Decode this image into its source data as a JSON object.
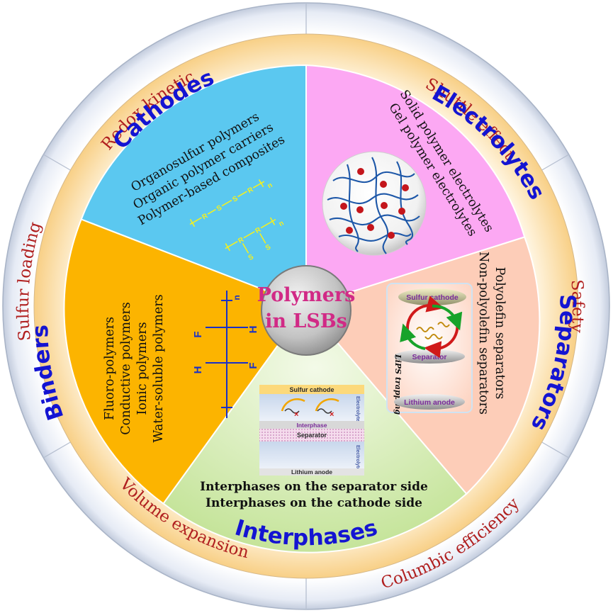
{
  "center": {
    "line1": "Polymers",
    "line2": "in LSBs"
  },
  "outer_ring": [
    "Redox kinetic",
    "Shuttle effect",
    "Safety",
    "Columbic efficiency",
    "Volume expansion",
    "Sulfur loading"
  ],
  "segments": {
    "cathodes": {
      "title": "Cathodes",
      "items": [
        "Organosulfur polymers",
        "Organic polymer carriers",
        "Polymer-based composites"
      ],
      "chem": {
        "r": "R",
        "s": "S",
        "n": "n"
      }
    },
    "electrolytes": {
      "title": "Electrolytes",
      "items": [
        "Solid polymer electrolytes",
        "Gel polymer electrolytes"
      ]
    },
    "separators": {
      "title": "Separators",
      "items": [
        "Polyolefin separators",
        "Non-polyolefin separators"
      ],
      "diagram": {
        "sulfur_cathode": "Sulfur cathode",
        "lips_trapping": "LiPS trapping",
        "separator": "Separator",
        "lithium_anode": "Lithium anode"
      }
    },
    "interphases": {
      "title": "Interphases",
      "items": [
        "Interphases on the separator side",
        "Interphases on the cathode side"
      ],
      "diagram": {
        "sulfur_cathode": "Sulfur cathode",
        "interphase": "Interphase",
        "separator": "Separator",
        "lithium_anode": "Lithium anode",
        "side_label": "Electrolyte"
      }
    },
    "binders": {
      "title": "Binders",
      "items": [
        "Fluoro-polymers",
        "Conductive polymers",
        "Ionic polymers",
        "Water-soluble polymers"
      ],
      "chem": {
        "h": "H",
        "f": "F",
        "n": "n"
      }
    }
  },
  "colors": {
    "cathodes": "#5bc8f0",
    "electrolytes": "#fca8f3",
    "separators": "#fdcdb8",
    "interphases": "#cde8a4",
    "binders": "#fcb400",
    "title_blue": "#1414d2",
    "outer_red": "#b01f1f",
    "center_pink": "#d12a86"
  }
}
